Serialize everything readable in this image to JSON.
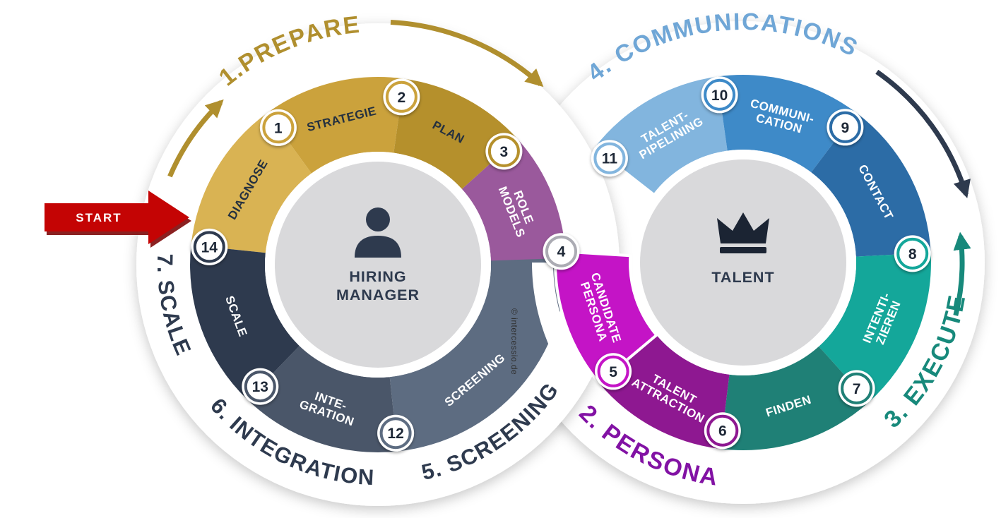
{
  "start": {
    "label": "START",
    "color": "#C40404"
  },
  "copyright": "© intercessio.de",
  "left": {
    "center": {
      "lines": [
        "HIRING",
        "MANAGER"
      ]
    },
    "outer": {
      "prepare": {
        "text": "1.PREPARE",
        "color": "#B08F2E"
      },
      "scale": {
        "text": "7. SCALE",
        "color": "#2E3A4E"
      },
      "integration": {
        "text": "6. INTEGRATION",
        "color": "#2E3A4E"
      },
      "screening": {
        "text": "5. SCREENING",
        "color": "#2E3A4E"
      }
    },
    "segments": [
      {
        "lines": [
          "DIAGNOSE"
        ],
        "fill": "#D9B353",
        "text_color": "#24303F"
      },
      {
        "lines": [
          "STRATEGIE"
        ],
        "fill": "#CBA23C",
        "text_color": "#24303F"
      },
      {
        "lines": [
          "PLAN"
        ],
        "fill": "#B5902C",
        "text_color": "#24303F"
      },
      {
        "lines": [
          "ROLE",
          "MODELS"
        ],
        "fill": "#9A599C",
        "text_color": "#FFFFFF"
      },
      {
        "lines": [
          "SCREENING"
        ],
        "fill": "#5D6C81",
        "text_color": "#FFFFFF"
      },
      {
        "lines": [
          "INTE-",
          "GRATION"
        ],
        "fill": "#4A5669",
        "text_color": "#FFFFFF"
      },
      {
        "lines": [
          "SCALE"
        ],
        "fill": "#2E3A4E",
        "text_color": "#FFFFFF"
      }
    ],
    "badges": [
      {
        "n": "1",
        "ring": "#CBA23C"
      },
      {
        "n": "2",
        "ring": "#CBA23C"
      },
      {
        "n": "3",
        "ring": "#B5902C"
      },
      {
        "n": "12",
        "ring": "#5D6C81"
      },
      {
        "n": "13",
        "ring": "#4A5669"
      },
      {
        "n": "14",
        "ring": "#2E3A4E"
      }
    ]
  },
  "right": {
    "center": {
      "lines": [
        "TALENT"
      ]
    },
    "outer": {
      "communications": {
        "text": "4. COMMUNICATIONS",
        "color": "#6FA6D6"
      },
      "persona": {
        "text": "2. PERSONA",
        "color": "#8212A4"
      },
      "execute": {
        "text": "3. EXECUTE",
        "color": "#17897B"
      }
    },
    "segments": [
      {
        "lines": [
          "TALENT-",
          "PIPELINING"
        ],
        "fill": "#82B5DE",
        "text_color": "#FFFFFF"
      },
      {
        "lines": [
          "COMMUNI-",
          "CATION"
        ],
        "fill": "#3E8AC8",
        "text_color": "#FFFFFF"
      },
      {
        "lines": [
          "CONTACT"
        ],
        "fill": "#2C6CA6",
        "text_color": "#FFFFFF"
      },
      {
        "lines": [
          "INTENTI-",
          "ZIEREN"
        ],
        "fill": "#14A79A",
        "text_color": "#FFFFFF"
      },
      {
        "lines": [
          "FINDEN"
        ],
        "fill": "#1F8076",
        "text_color": "#FFFFFF"
      },
      {
        "lines": [
          "TALENT",
          "ATTRACTION"
        ],
        "fill": "#8E1891",
        "text_color": "#FFFFFF"
      },
      {
        "lines": [
          "CANDIDATE",
          "PERSONA"
        ],
        "fill": "#C414C6",
        "text_color": "#FFFFFF"
      }
    ],
    "badges": [
      {
        "n": "4",
        "ring": "#ABABB3"
      },
      {
        "n": "5",
        "ring": "#C414C6"
      },
      {
        "n": "6",
        "ring": "#8E1891"
      },
      {
        "n": "7",
        "ring": "#1F8076"
      },
      {
        "n": "8",
        "ring": "#14A79A"
      },
      {
        "n": "9",
        "ring": "#2C6CA6"
      },
      {
        "n": "10",
        "ring": "#3E8AC8"
      },
      {
        "n": "11",
        "ring": "#82B5DE"
      }
    ]
  }
}
